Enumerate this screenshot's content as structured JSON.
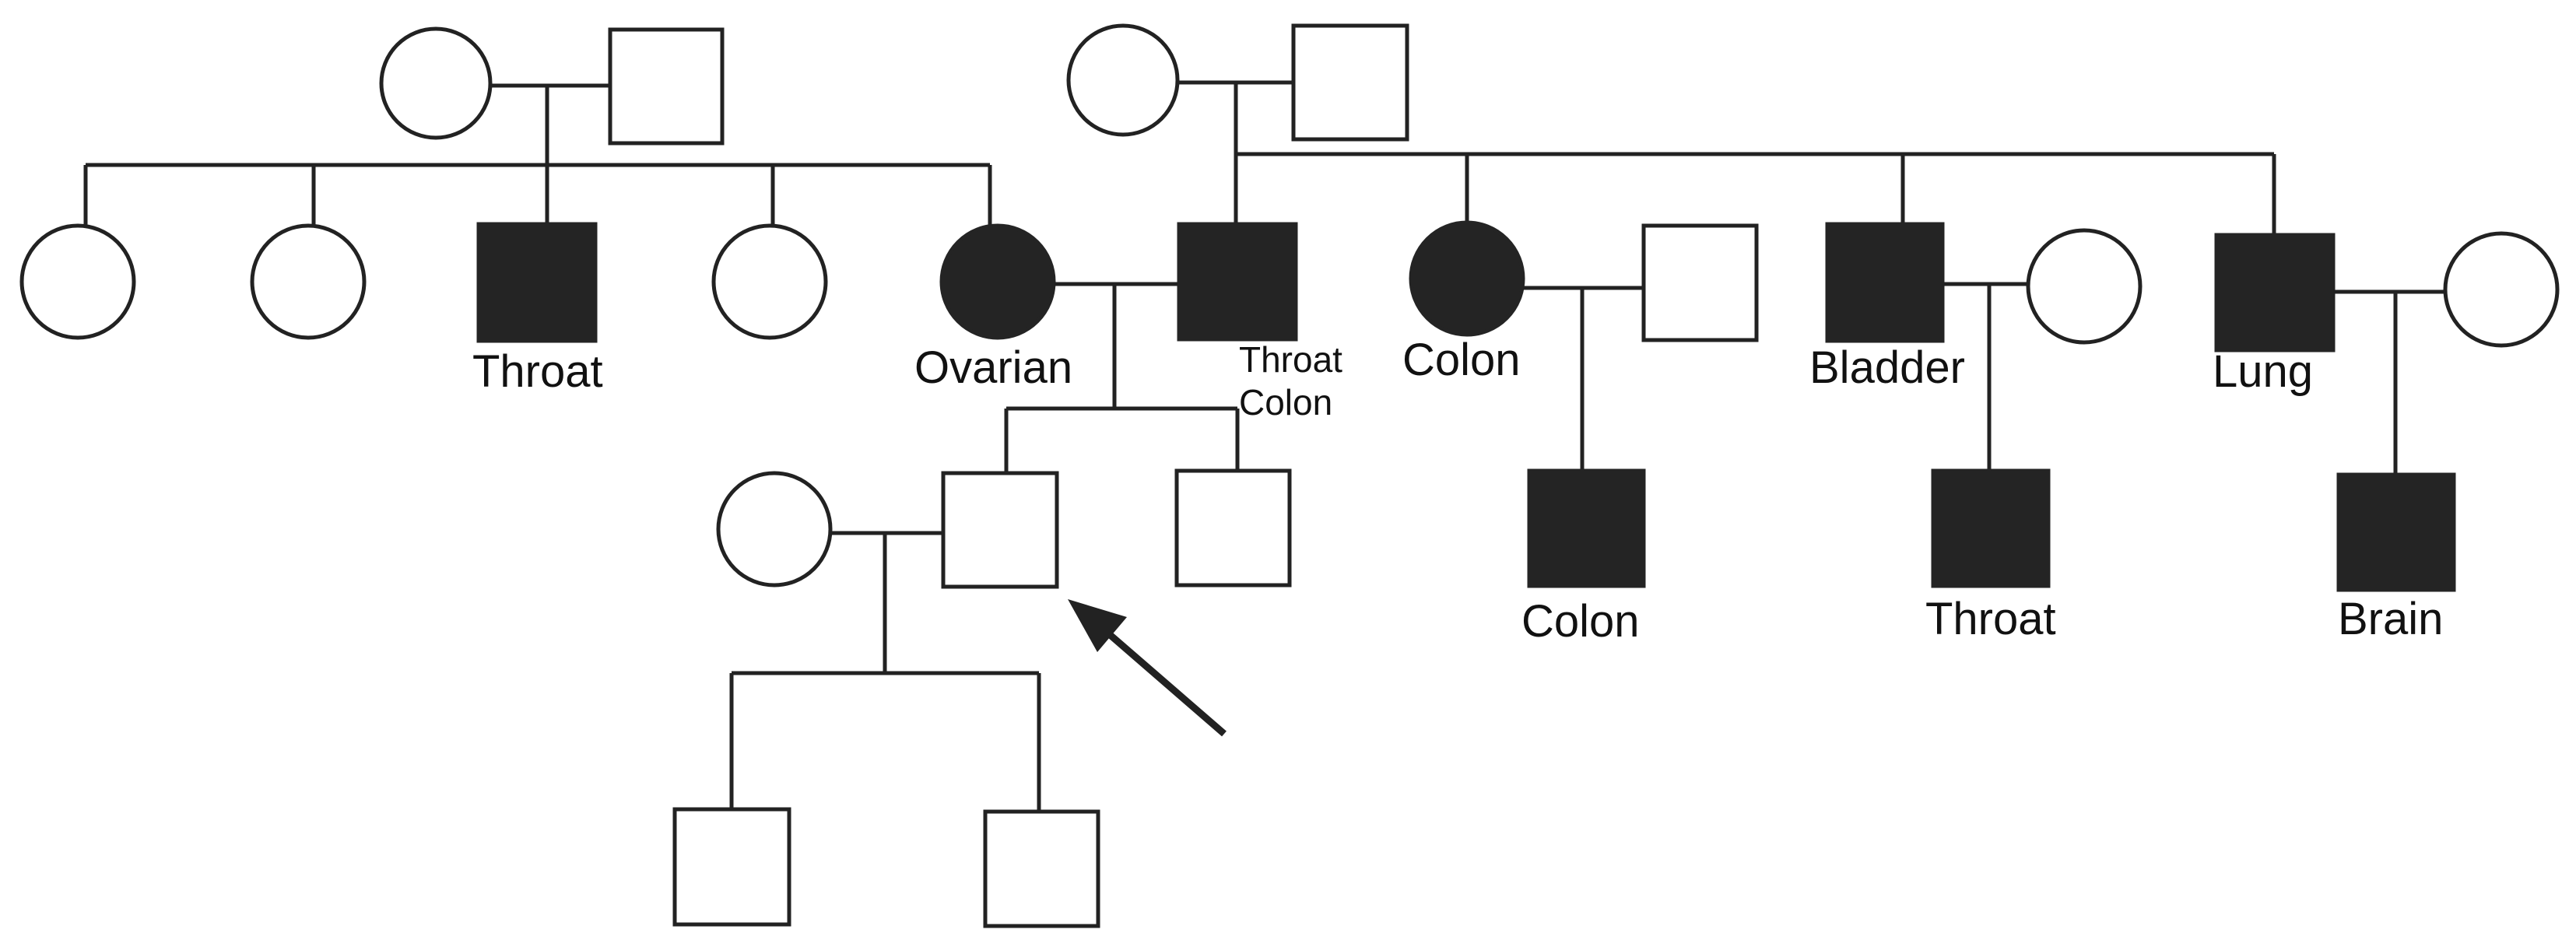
{
  "colors": {
    "affected": "#242424",
    "unaffected": "#ffffff",
    "line": "#222222"
  },
  "legend": {
    "affected": "filled symbol",
    "unaffected": "open symbol",
    "male": "square",
    "female": "circle"
  },
  "labels": {
    "gen2_throat": "Throat",
    "ovarian": "Ovarian",
    "throat_colon_1": "Throat",
    "throat_colon_2": "Colon",
    "colon_aunt": "Colon",
    "bladder": "Bladder",
    "lung": "Lung",
    "colon_cousin": "Colon",
    "throat_cousin": "Throat",
    "brain": "Brain"
  },
  "proband_indicator": "arrow-icon"
}
